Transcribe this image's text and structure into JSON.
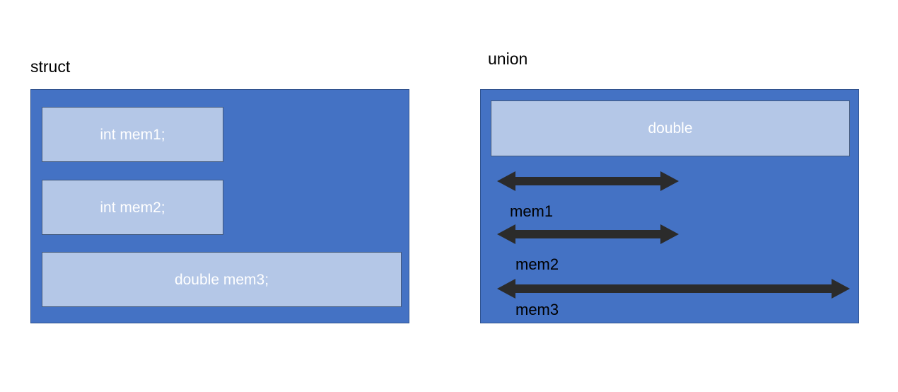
{
  "diagram": {
    "title_struct": "struct",
    "title_union": "union",
    "colors": {
      "container_fill": "#4472C4",
      "container_stroke": "#2F528F",
      "member_fill": "#B4C7E7",
      "member_stroke": "#41587C",
      "member_text": "#FFFFFF",
      "arrow": "#2B2B2B",
      "caption_text": "#000000",
      "background": "#FFFFFF"
    }
  },
  "struct": {
    "label": "struct",
    "members": [
      {
        "text": "int mem1;"
      },
      {
        "text": "int mem2;"
      },
      {
        "text": "double mem3;"
      }
    ]
  },
  "union": {
    "label": "union",
    "storage": {
      "text": "double"
    },
    "overlays": [
      {
        "caption": "mem1"
      },
      {
        "caption": "mem2"
      },
      {
        "caption": "mem3"
      }
    ]
  }
}
